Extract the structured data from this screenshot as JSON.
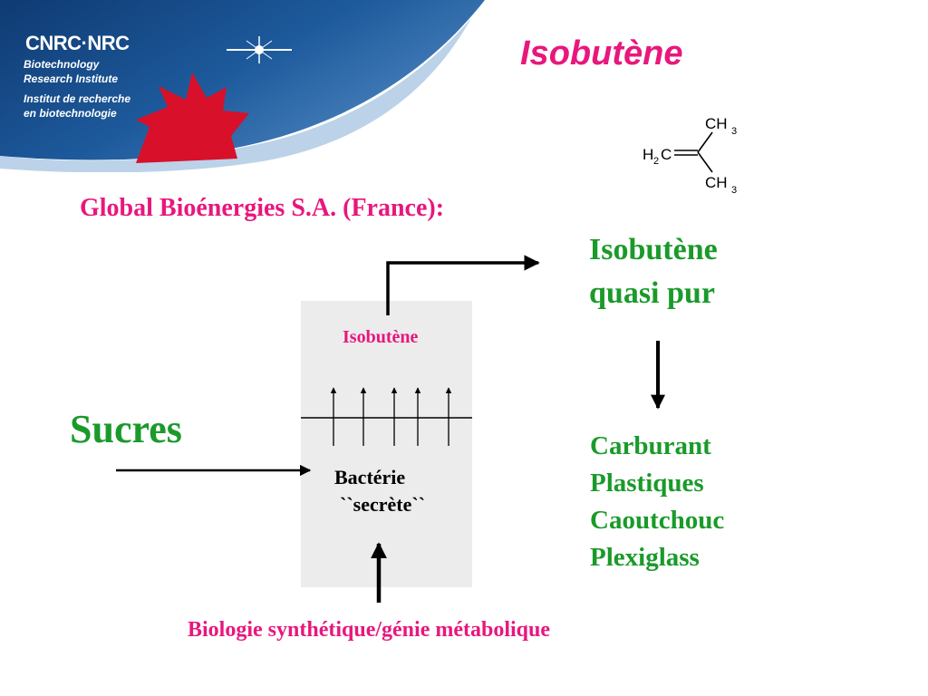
{
  "header": {
    "logo_org": "CNRC·NRC",
    "logo_lines": [
      "Biotechnology",
      "Research Institute",
      "Institut de recherche",
      "en biotechnologie"
    ]
  },
  "title": "Isobutène",
  "molecule": {
    "h2": "H",
    "h2_sub": "2",
    "c": "C",
    "ch3_top": "CH",
    "ch3_top_sub": "3",
    "ch3_bottom": "CH",
    "ch3_bottom_sub": "3"
  },
  "company": "Global Bioénergies S.A. (France):",
  "input_label": "Sucres",
  "reactor": {
    "gas_label": "Isobutène",
    "bacteria_line1": "Bactérie",
    "bacteria_line2": "``secrète``"
  },
  "output_label_line1": "Isobutène",
  "output_label_line2": "quasi pur",
  "uses": [
    "Carburant",
    "Plastiques",
    "Caoutchouc",
    "Plexiglass"
  ],
  "bottom_label": "Biologie synthétique/génie métabolique",
  "colors": {
    "pink": "#e8177d",
    "green": "#1a9a2a",
    "header_blue": "#1c4a86",
    "maple_red": "#d8102a"
  }
}
